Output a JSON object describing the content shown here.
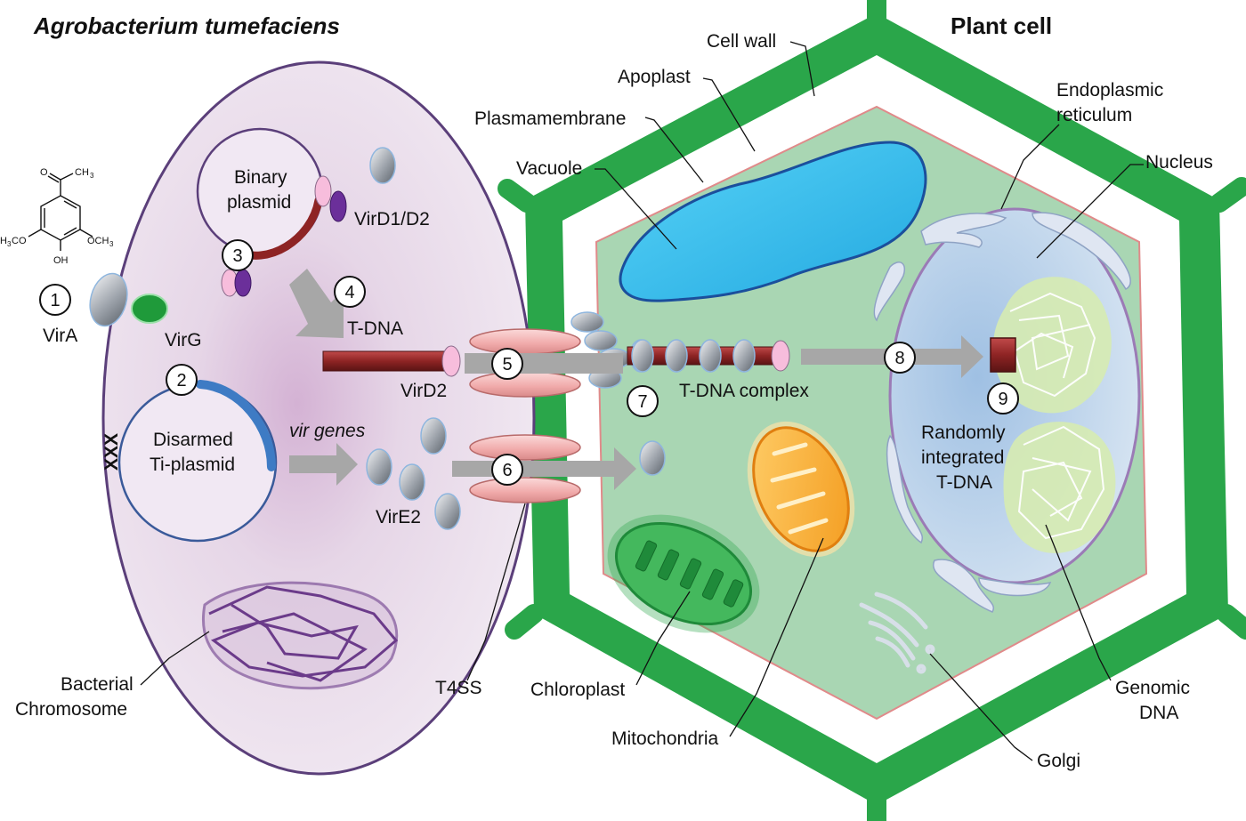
{
  "titles": {
    "bacterium": "Agrobacterium tumefaciens",
    "plant": "Plant cell"
  },
  "labels": {
    "cell_wall": "Cell wall",
    "apoplast": "Apoplast",
    "plasmamembrane": "Plasmamembrane",
    "vacuole": "Vacuole",
    "er_line1": "Endoplasmic",
    "er_line2": "reticulum",
    "nucleus": "Nucleus",
    "binary_line1": "Binary",
    "binary_line2": "plasmid",
    "vird1d2": "VirD1/D2",
    "vira": "VirA",
    "virg": "VirG",
    "tdna": "T-DNA",
    "vird2": "VirD2",
    "tdna_complex": "T-DNA complex",
    "disarmed_line1": "Disarmed",
    "disarmed_line2": "Ti-plasmid",
    "vir_genes": "vir genes",
    "xxx": "XXX",
    "vire2": "VirE2",
    "random_line1": "Randomly",
    "random_line2": "integrated",
    "random_line3": "T-DNA",
    "bact_chrom_line1": "Bacterial",
    "bact_chrom_line2": "Chromosome",
    "t4ss": "T4SS",
    "chloroplast": "Chloroplast",
    "mitochondria": "Mitochondria",
    "genomic_line1": "Genomic",
    "genomic_line2": "DNA",
    "golgi": "Golgi"
  },
  "steps": [
    "1",
    "2",
    "3",
    "4",
    "5",
    "6",
    "7",
    "8",
    "9"
  ],
  "chemical": {
    "o": "O",
    "ch3": "CH",
    "sub3": "3",
    "h3co": "H",
    "co": "CO",
    "och3": "OCH",
    "oh": "OH"
  },
  "colors": {
    "cell_wall": "#2aa64a",
    "cytoplasm": "#a9d6b3",
    "bacterium": "#e9dcea",
    "vacuole": "#3ac4f0",
    "tdna": "#8e2424",
    "pilus": "#f3b3b3",
    "mitochondria": "#f5a623",
    "chloroplast": "#2aa64a",
    "nucleus": "#bcd6ec",
    "protein": "#9aa0a8"
  }
}
